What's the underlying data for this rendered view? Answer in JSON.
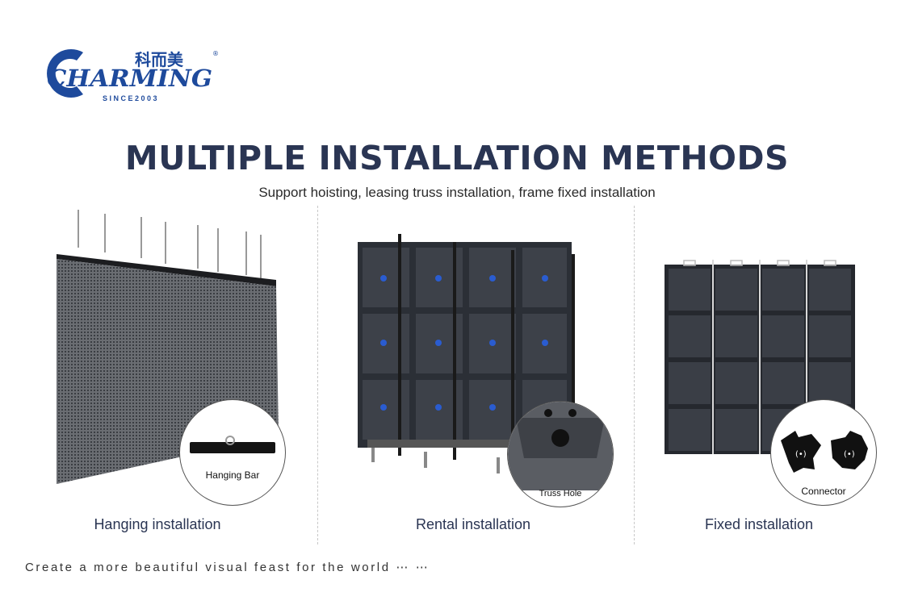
{
  "logo": {
    "wordmark": "CHARMING",
    "chinese": "科而美",
    "since": "SINCE2003",
    "registered": "®"
  },
  "title": "MULTIPLE INSTALLATION METHODS",
  "subtitle": "Support hoisting, leasing truss installation, frame fixed installation",
  "methods": [
    {
      "caption": "Hanging installation",
      "detail_label": "Hanging Bar"
    },
    {
      "caption": "Rental installation",
      "detail_label": "Truss Hole"
    },
    {
      "caption": "Fixed installation",
      "detail_label": "Connector"
    }
  ],
  "tagline": "Create a more beautiful visual feast for the world ⋯ ⋯",
  "colors": {
    "navy": "#2a3553",
    "brand_blue": "#1e4a9c",
    "panel_dark": "#2b2f36"
  }
}
